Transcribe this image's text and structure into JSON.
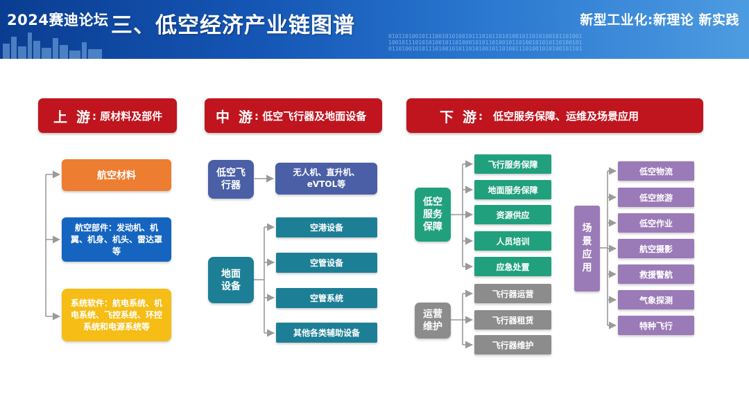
{
  "banner": {
    "event": "2024赛迪论坛",
    "title": "三、低空经济产业链图谱",
    "slogan": "新型工业化:新理论 新实践",
    "bits": "0101101001011100101010010111010110101001011010100101101001\n1001011101010100101101000101011010010110100101010110100101\n0110100101011101001010110101001011010011101001010100101101"
  },
  "upstream": {
    "header_main": "上 游",
    "header_sub": ": 原材料及部件",
    "items": [
      {
        "label": "航空材料"
      },
      {
        "label": "航空部件：发动机、机翼、机身、机头、雷达罩等"
      },
      {
        "label": "系统软件：航电系统、机电系统、飞控系统、环控系统和电源系统等"
      }
    ]
  },
  "midstream": {
    "header_main": "中 游",
    "header_sub": ": 低空飞行器及地面设备",
    "aircraft": {
      "label": "低空飞行器",
      "target": "无人机、直升机、eVTOL等"
    },
    "ground": {
      "label": "地面设备",
      "items": [
        "空港设备",
        "空管设备",
        "空管系统",
        "其他各类辅助设备"
      ]
    }
  },
  "downstream": {
    "header_main": "下 游",
    "header_sub": ":　低空服务保障、运维及场景应用",
    "service": {
      "label": "低空服务保障",
      "items": [
        "飞行服务保障",
        "地面服务保障",
        "资源供应",
        "人员培训",
        "应急处置"
      ]
    },
    "maintenance": {
      "label": "运营维护",
      "items": [
        "飞行器运营",
        "飞行器租赁",
        "飞行器维护"
      ]
    },
    "scenario": {
      "label": "场景应用",
      "items": [
        "低空物流",
        "低空旅游",
        "低空作业",
        "航空摄影",
        "救援警航",
        "气象探测",
        "特种飞行"
      ]
    }
  },
  "colors": {
    "header": "#c0151e",
    "orange": "#ed7d31",
    "blue": "#1565c0",
    "yellow": "#f5bd16",
    "slate": "#4a5fa5",
    "teal": "#1d7f96",
    "green": "#21a07e",
    "gray": "#8c8c8c",
    "purple": "#9b7ab8"
  }
}
